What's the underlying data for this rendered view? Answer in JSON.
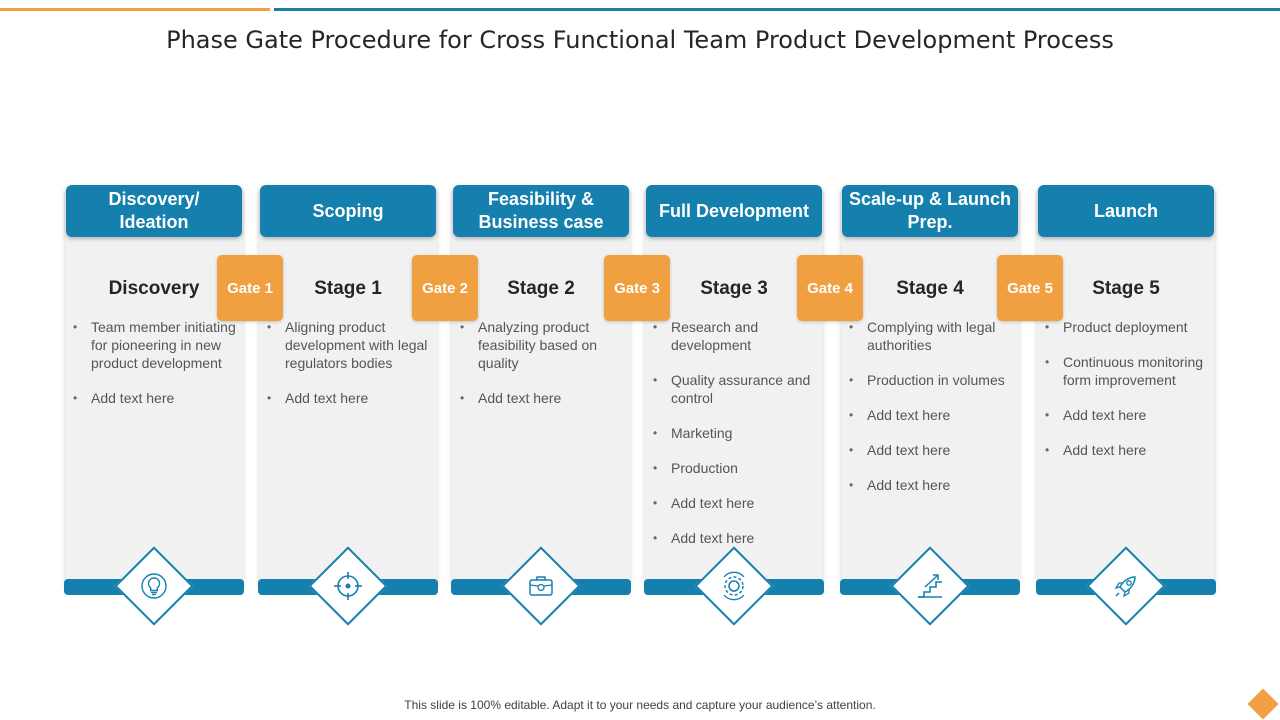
{
  "title": "Phase Gate Procedure for Cross Functional Team Product Development Process",
  "columns": [
    {
      "header": "Discovery/ Ideation",
      "stage": "Discovery",
      "icon": "lightbulb-icon",
      "items": [
        "Team member initiating for pioneering in new product development",
        "Add text here"
      ]
    },
    {
      "header": "Scoping",
      "stage": "Stage 1",
      "icon": "target-icon",
      "items": [
        "Aligning product development with legal regulators bodies",
        "Add text here"
      ]
    },
    {
      "header": "Feasibility & Business case",
      "stage": "Stage 2",
      "icon": "briefcase-icon",
      "items": [
        "Analyzing product feasibility based on quality",
        "Add text here"
      ]
    },
    {
      "header": "Full Development",
      "stage": "Stage 3",
      "icon": "gear-cycle-icon",
      "items": [
        "Research and development",
        "Quality assurance and control",
        "Marketing",
        "Production",
        "Add text here",
        "Add text here"
      ]
    },
    {
      "header": "Scale-up & Launch Prep.",
      "stage": "Stage 4",
      "icon": "stairs-growth-icon",
      "items": [
        "Complying with legal authorities",
        "Production in volumes",
        "Add text here",
        "Add text here",
        "Add text here"
      ]
    },
    {
      "header": "Launch",
      "stage": "Stage 5",
      "icon": "rocket-icon",
      "items": [
        "Product deployment",
        "Continuous monitoring form improvement",
        "Add text here",
        "Add text here"
      ]
    }
  ],
  "gates": [
    "Gate 1",
    "Gate 2",
    "Gate 3",
    "Gate 4",
    "Gate 5"
  ],
  "footer": "This slide is 100% editable. Adapt it to your needs and capture your audience’s attention.",
  "colors": {
    "blue": "#1580ae",
    "orange": "#f0a041",
    "panel": "#f1f1f1"
  }
}
